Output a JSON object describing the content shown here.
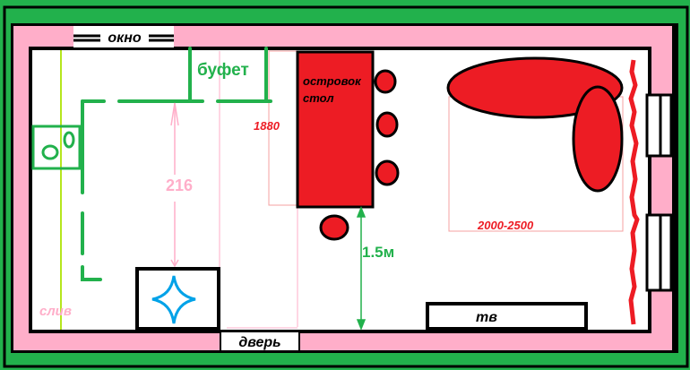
{
  "labels": {
    "window": "окно",
    "door": "дверь",
    "buffet": "буфет",
    "island_line1": "островок",
    "island_line2": "стол",
    "island_length": "1880",
    "passage_width": "216",
    "aisle": "1.5м",
    "drain": "слив",
    "bed_size": "2000-2500",
    "tv": "тв"
  },
  "colors": {
    "frame": "#22b14c",
    "wall": "#ffaec9",
    "furniture": "#ed1c24",
    "stove_icon": "#00a2e8",
    "pipe": "#b5e61d"
  }
}
